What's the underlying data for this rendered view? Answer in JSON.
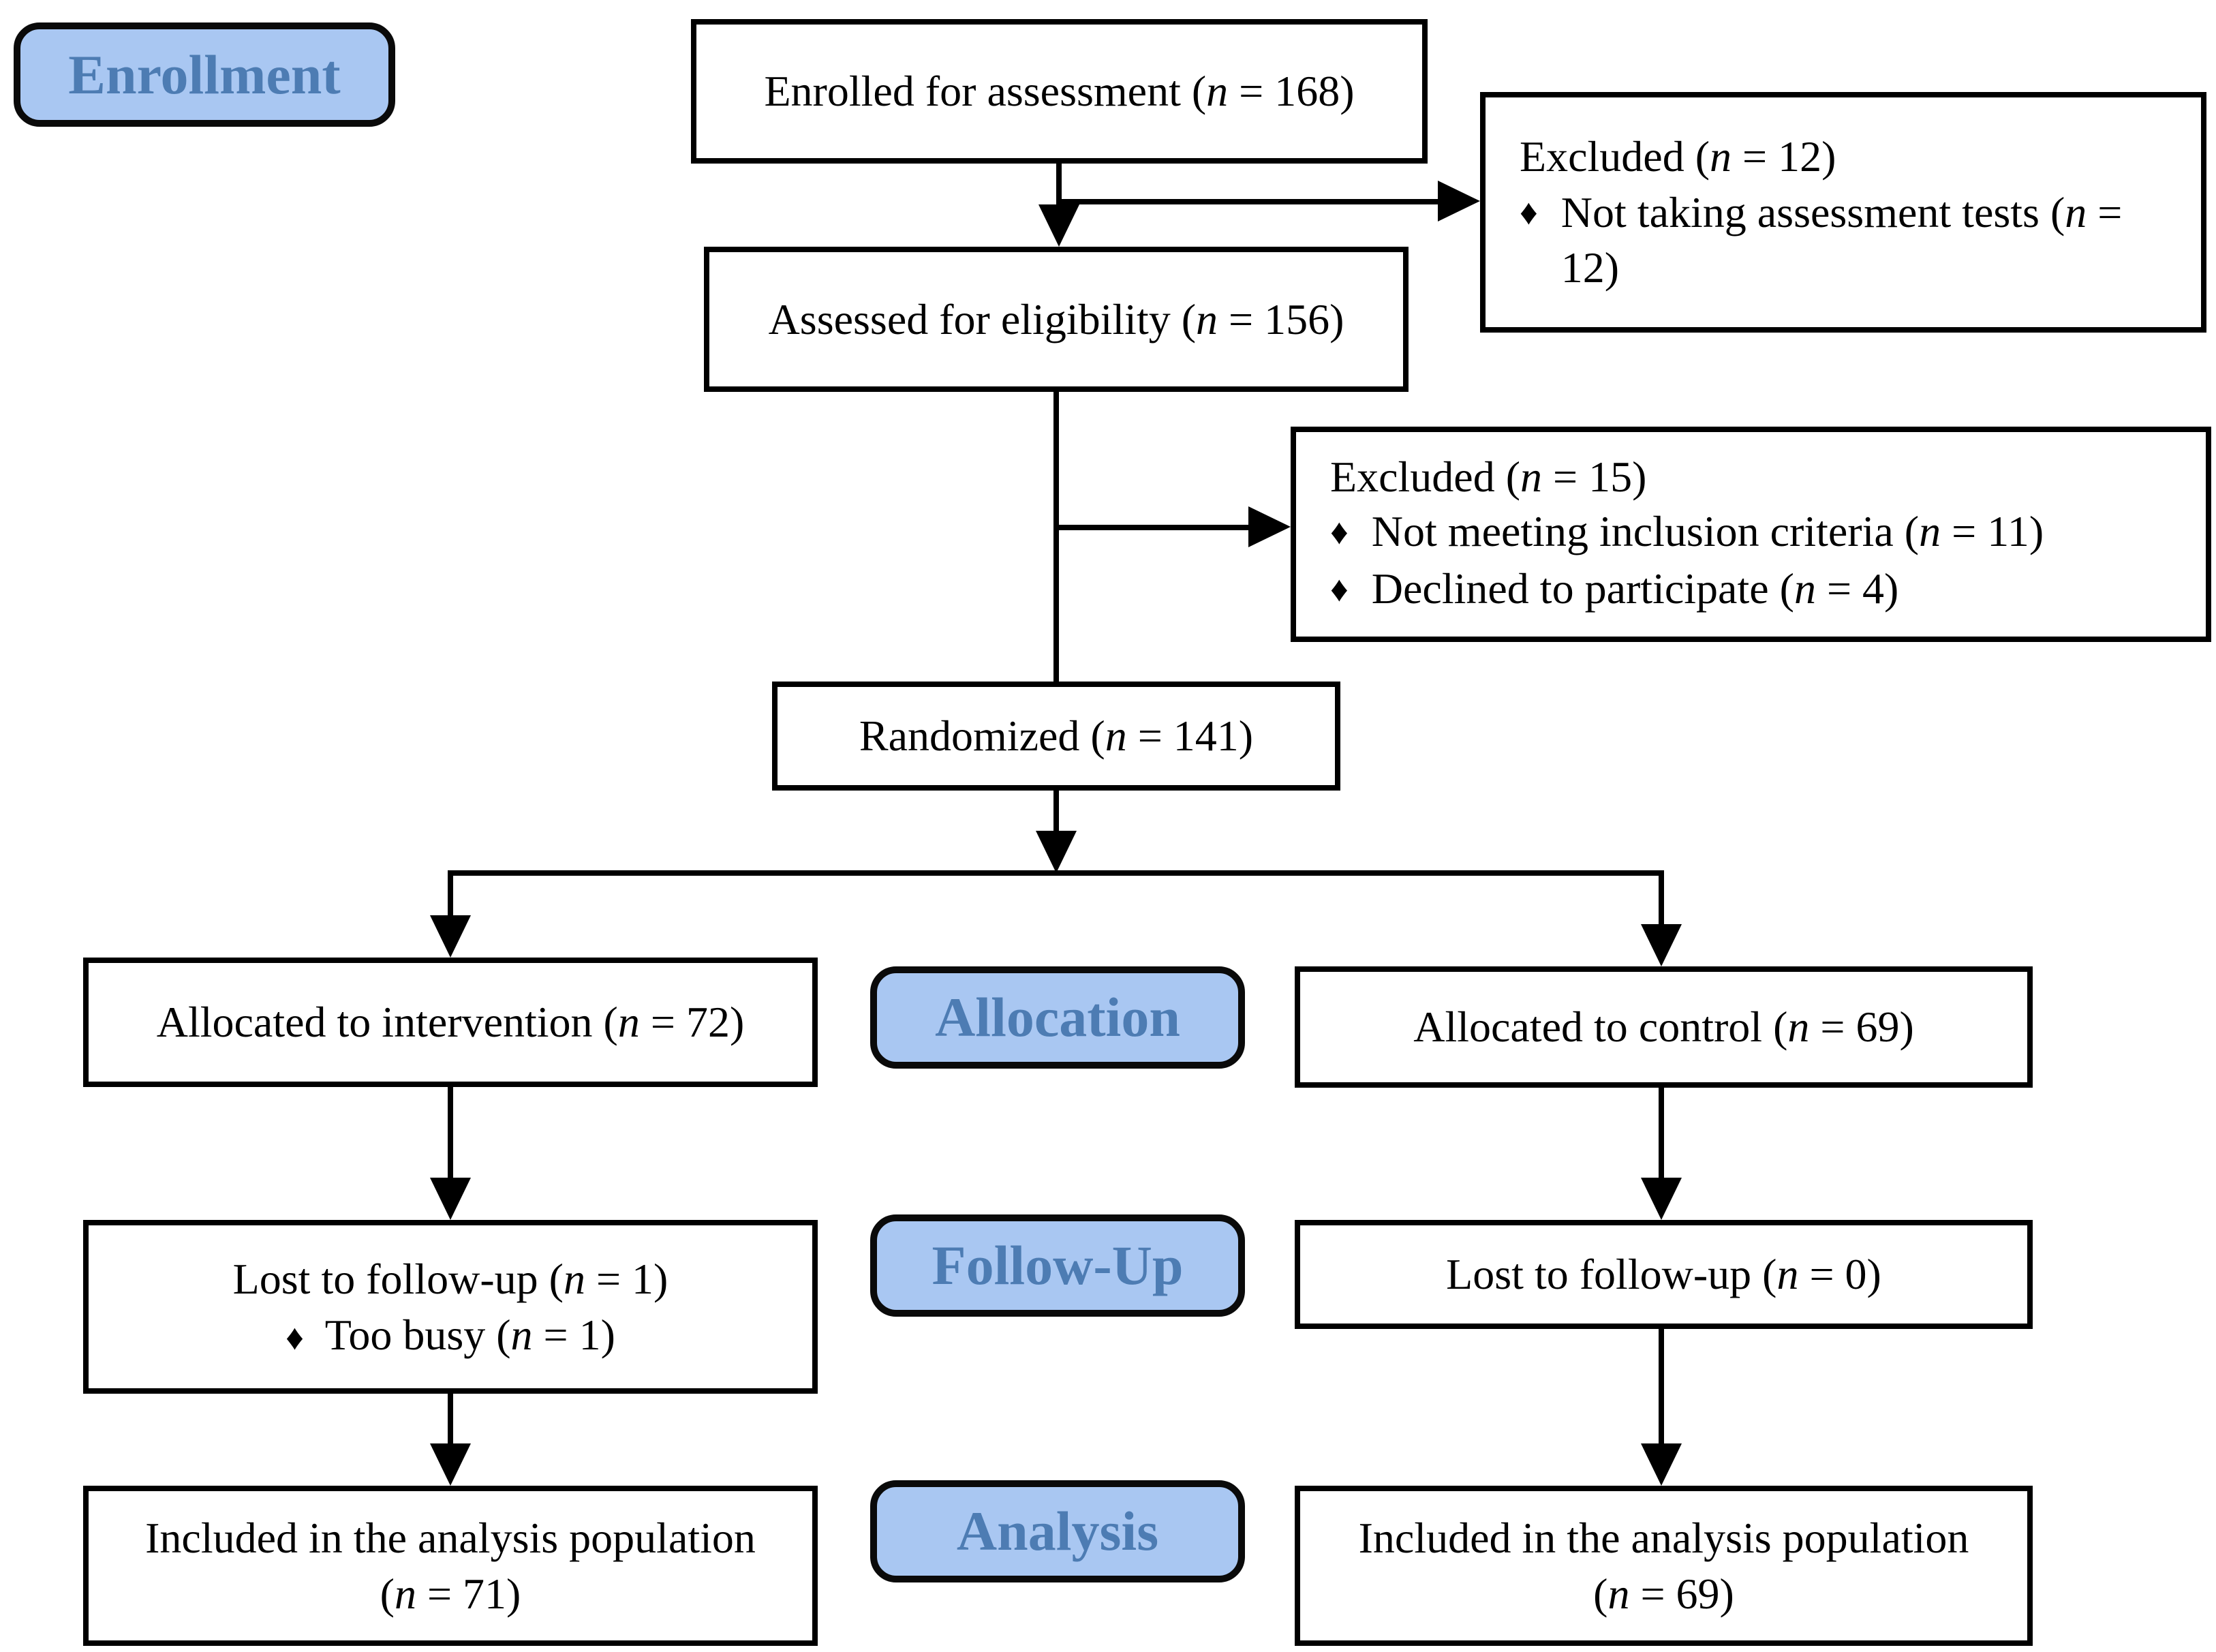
{
  "palette": {
    "label_fill": "#A9C7F2",
    "label_text": "#4D7CB3",
    "line": "#000000",
    "box_bg": "#FFFFFF"
  },
  "glyphs": {
    "bullet": "♦"
  },
  "stages": {
    "enrollment": "Enrollment",
    "allocation": "Allocation",
    "followup": "Follow-Up",
    "analysis": "Analysis"
  },
  "boxes": {
    "enrolled": "Enrolled for assessment (n = 168)",
    "excluded_assessment": {
      "title": "Excluded (n = 12)",
      "bullets": [
        "Not taking assessment tests (n = 12)"
      ]
    },
    "assessed": "Assessed for eligibility (n = 156)",
    "excluded_randomization": {
      "title": "Excluded (n = 15)",
      "bullets": [
        "Not meeting inclusion criteria (n = 11)",
        "Declined to participate (n = 4)"
      ]
    },
    "randomized": "Randomized (n = 141)",
    "allocated_intervention": "Allocated to intervention (n = 72)",
    "allocated_control": "Allocated to control (n = 69)",
    "lost_intervention": {
      "title": "Lost to follow-up (n = 1)",
      "bullets": [
        "Too busy (n = 1)"
      ]
    },
    "lost_control": "Lost to follow-up (n = 0)",
    "analysis_intervention": "Included in the analysis population (n = 71)",
    "analysis_control": "Included in the analysis population (n = 69)"
  }
}
